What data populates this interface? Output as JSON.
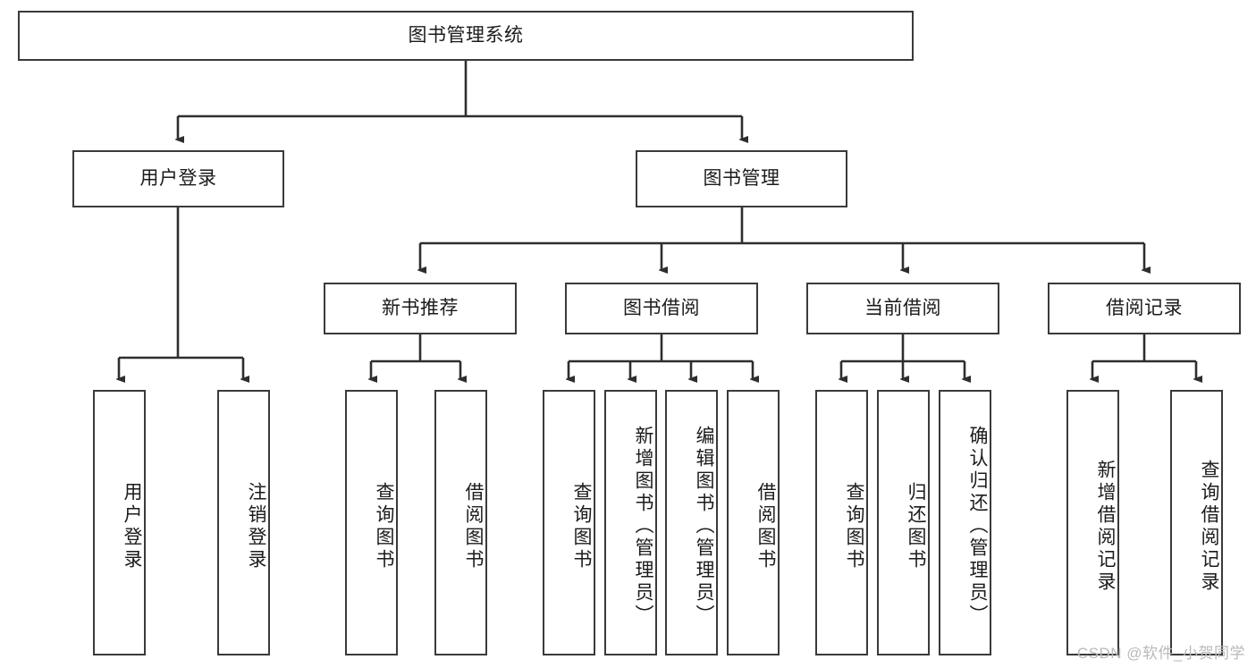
{
  "diagram": {
    "title": "图书管理系统",
    "type": "tree-hierarchy",
    "orientation": "top-down",
    "line_color": "#3a3a3a",
    "box_fill": "#ffffff",
    "text_color": "#1b1b1b"
  },
  "root": {
    "label": "图书管理系统"
  },
  "level2": [
    {
      "label": "用户登录"
    },
    {
      "label": "图书管理"
    }
  ],
  "level3": [
    {
      "label": "新书推荐"
    },
    {
      "label": "图书借阅"
    },
    {
      "label": "当前借阅"
    },
    {
      "label": "借阅记录"
    }
  ],
  "leaves": {
    "user_login": [
      {
        "label": "用户登录"
      },
      {
        "label": "注销登录"
      }
    ],
    "new_book": [
      {
        "label": "查询图书"
      },
      {
        "label": "借阅图书"
      }
    ],
    "book_borrow": [
      {
        "label": "查询图书"
      },
      {
        "label": "新增图书（管理员）"
      },
      {
        "label": "编辑图书（管理员）"
      },
      {
        "label": "借阅图书"
      }
    ],
    "current_borrow": [
      {
        "label": "查询图书"
      },
      {
        "label": "归还图书"
      },
      {
        "label": "确认归还（管理员）"
      }
    ],
    "borrow_record": [
      {
        "label": "新增借阅记录"
      },
      {
        "label": "查询借阅记录"
      }
    ]
  },
  "watermark": {
    "text": "CSDN @软件_小贺同学"
  }
}
